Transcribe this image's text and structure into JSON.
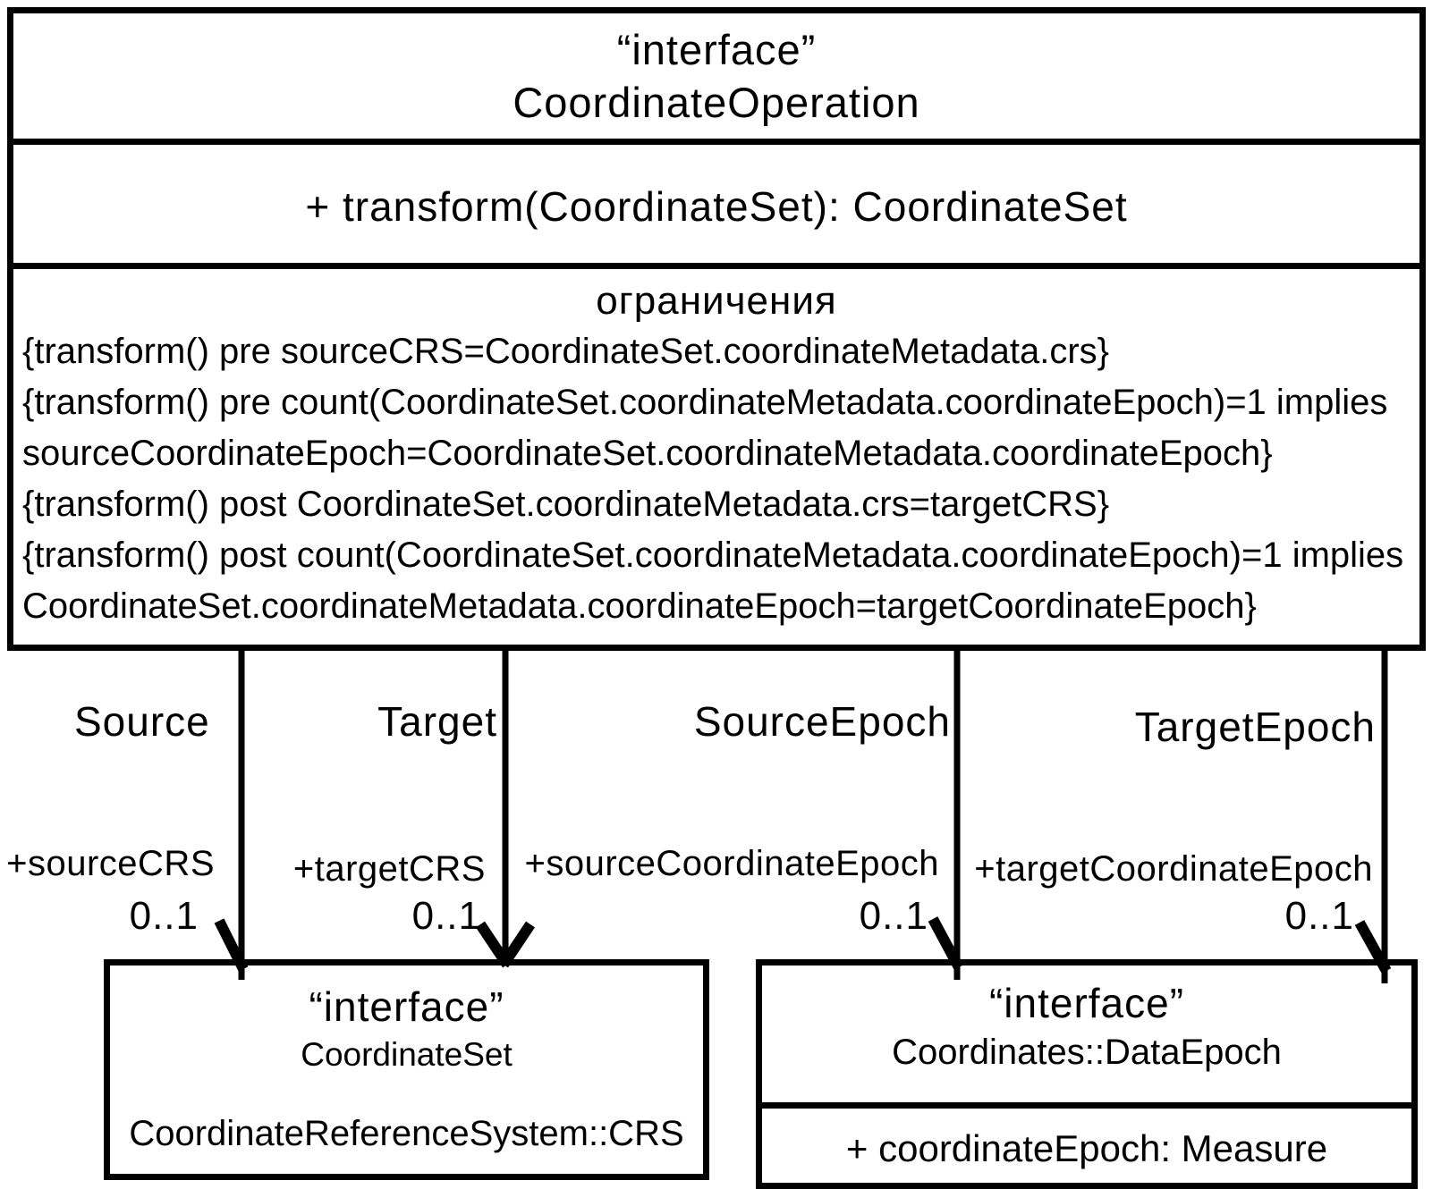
{
  "diagram": {
    "background_color": "#ffffff",
    "line_color": "#000000",
    "main_class": {
      "stereotype": "“interface”",
      "name": "CoordinateOperation",
      "operations": [
        "+ transform(CoordinateSet): CoordinateSet"
      ],
      "constraints_title": "ограничения",
      "constraints": [
        "{transform() pre sourceCRS=CoordinateSet.coordinateMetadata.crs}",
        "{transform() pre count(CoordinateSet.coordinateMetadata.coordinateEpoch)=1 implies",
        "sourceCoordinateEpoch=CoordinateSet.coordinateMetadata.coordinateEpoch}",
        "{transform() post CoordinateSet.coordinateMetadata.crs=targetCRS}",
        "{transform() post count(CoordinateSet.coordinateMetadata.coordinateEpoch)=1 implies",
        "CoordinateSet.coordinateMetadata.coordinateEpoch=targetCoordinateEpoch}"
      ]
    },
    "associations": [
      {
        "name": "Source",
        "role": "+sourceCRS",
        "multiplicity": "0..1",
        "target_class": "CoordinateSet"
      },
      {
        "name": "Target",
        "role": "+targetCRS",
        "multiplicity": "0..1",
        "target_class": "CoordinateSet"
      },
      {
        "name": "SourceEpoch",
        "role": "+sourceCoordinateEpoch",
        "multiplicity": "0..1",
        "target_class": "Coordinates::DataEpoch"
      },
      {
        "name": "TargetEpoch",
        "role": "+targetCoordinateEpoch",
        "multiplicity": "0..1",
        "target_class": "Coordinates::DataEpoch"
      }
    ],
    "coordinate_set_class": {
      "stereotype": "“interface”",
      "name": "CoordinateSet",
      "body": "CoordinateReferenceSystem::CRS"
    },
    "data_epoch_class": {
      "stereotype": "“interface”",
      "name": "Coordinates::DataEpoch",
      "attributes": [
        "+ coordinateEpoch: Measure"
      ]
    }
  }
}
